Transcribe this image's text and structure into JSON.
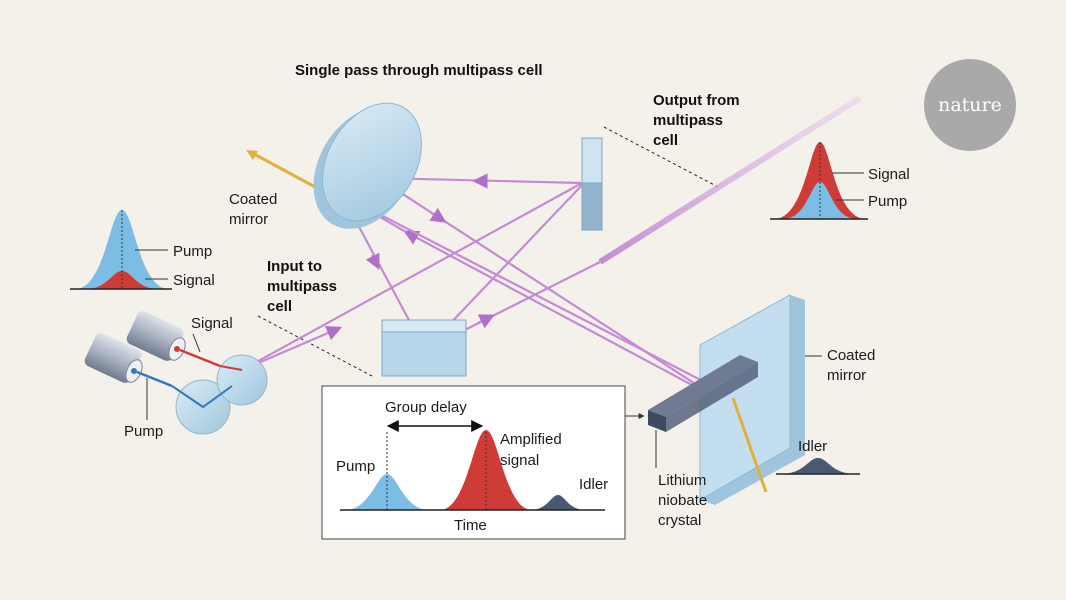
{
  "titles": {
    "single_pass": "Single pass through multipass cell",
    "output": [
      "Output from",
      "multipass",
      "cell"
    ],
    "input": [
      "Input to",
      "multipass",
      "cell"
    ]
  },
  "logo": {
    "text": "nature",
    "color": "#a9a9a9"
  },
  "labels": {
    "coated_mirror_top": [
      "Coated",
      "mirror"
    ],
    "coated_mirror_right": [
      "Coated",
      "mirror"
    ],
    "signal_source": "Signal",
    "pump_source": "Pump",
    "crystal": [
      "Lithium",
      "niobate",
      "crystal"
    ],
    "idler_out": "Idler"
  },
  "legend_left": {
    "pump": "Pump",
    "signal": "Signal"
  },
  "legend_right": {
    "signal": "Signal",
    "pump": "Pump"
  },
  "inset": {
    "group_delay": "Group delay",
    "pump": "Pump",
    "amplified": [
      "Amplified",
      "signal"
    ],
    "idler": "Idler",
    "time_axis": "Time"
  },
  "colors": {
    "background": "#f4f1ea",
    "pump": "#7cbde6",
    "signal": "#cf3b36",
    "idler": "#4a5874",
    "beam": "#c58ad6",
    "idler_beam": "#e0b13c",
    "glass": "#bcd9ea"
  }
}
